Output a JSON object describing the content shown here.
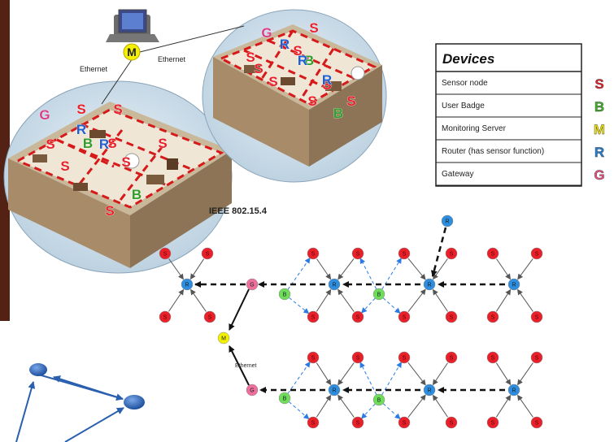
{
  "top": {
    "monitor_badge": "M",
    "ethernet_left": "Ethernet",
    "ethernet_right": "Ethernet",
    "protocol_label": "IEEE 802.15.4"
  },
  "house_left_badges": [
    "G",
    "S",
    "S",
    "R",
    "B",
    "R",
    "S",
    "S",
    "S",
    "S",
    "S",
    "B",
    "S"
  ],
  "house_right_badges": [
    "G",
    "S",
    "S",
    "R",
    "B",
    "R",
    "S",
    "S",
    "S",
    "R",
    "S",
    "S",
    "B",
    "S"
  ],
  "legend": {
    "title": "Devices",
    "rows": [
      {
        "label": "Sensor node",
        "symbol": "S",
        "color": "#e8202a"
      },
      {
        "label": "User Badge",
        "symbol": "B",
        "color": "#43b02a"
      },
      {
        "label": "Monitoring Server",
        "symbol": "M",
        "color": "#f2e600"
      },
      {
        "label": "Router (has sensor function)",
        "symbol": "R",
        "color": "#1f7fd4"
      },
      {
        "label": "Gateway",
        "symbol": "G",
        "color": "#e8508a"
      }
    ]
  },
  "network": {
    "sensor_letter": "S",
    "router_letter": "R",
    "gateway_letter": "G",
    "badge_letter": "B",
    "monitor_letter": "M",
    "ethernet_label": "Ethernet"
  },
  "colors": {
    "sensor": "#e8202a",
    "router": "#2f8de0",
    "gateway": "#ee6f9c",
    "badge": "#6fdc5a",
    "monitor": "#f4f000",
    "wall_dashes": "#d61a1a"
  }
}
